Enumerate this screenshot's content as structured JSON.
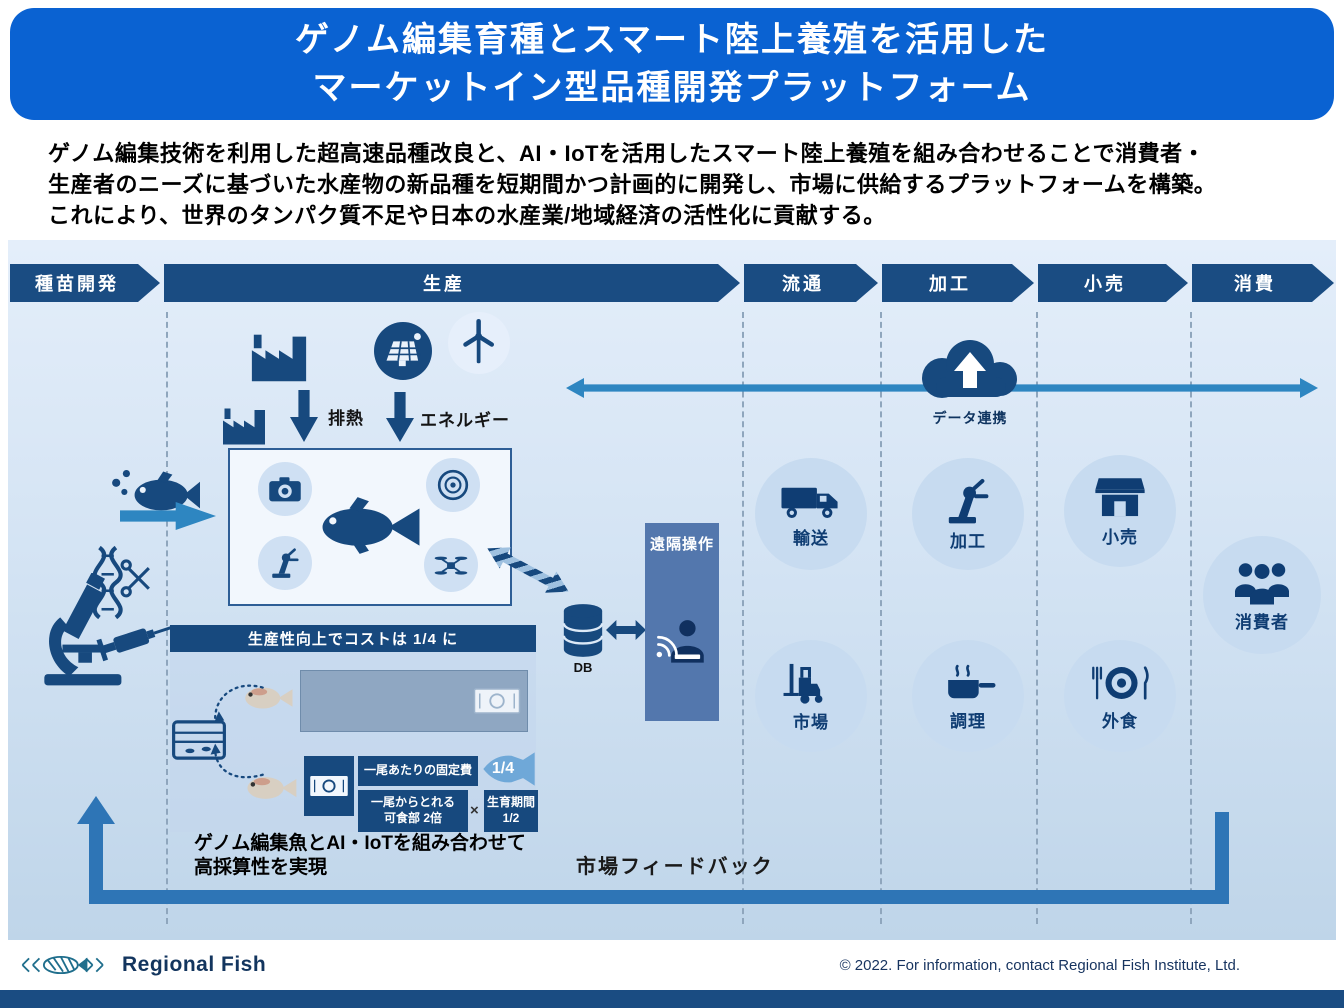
{
  "title": {
    "line1": "ゲノム編集育種とスマート陸上養殖を活用した",
    "line2": "マーケットイン型品種開発プラットフォーム"
  },
  "description": {
    "line1": "ゲノム編集技術を利用した超高速品種改良と、AI・IoTを活用したスマート陸上養殖を組み合わせることで消費者・",
    "line2": "生産者のニーズに基づいた水産物の新品種を短期間かつ計画的に開発し、市場に供給するプラットフォームを構築。",
    "line3": "これにより、世界のタンパク質不足や日本の水産業/地域経済の活性化に貢献する。"
  },
  "stages": [
    {
      "label": "種苗開発"
    },
    {
      "label": "生産"
    },
    {
      "label": "流通"
    },
    {
      "label": "加工"
    },
    {
      "label": "小売"
    },
    {
      "label": "消費"
    }
  ],
  "production": {
    "waste_heat": "排熱",
    "energy": "エネルギー",
    "cost_banner": "生産性向上でコストは 1/4 に",
    "db": "DB",
    "remote": "遠隔操作",
    "fixed_cost_label": "一尾あたりの固定費",
    "fixed_cost_value": "1/4",
    "edible_line1": "一尾からとれる",
    "edible_line2": "可食部 2倍",
    "multiply": "×",
    "growth_line1": "生育期間",
    "growth_line2": "1/2",
    "result_line1": "ゲノム編集魚とAI・IoTを組み合わせて",
    "result_line2": "高採算性を実現"
  },
  "data_link": {
    "label": "データ連携"
  },
  "chain": [
    {
      "label": "輸送"
    },
    {
      "label": "加工"
    },
    {
      "label": "小売"
    },
    {
      "label": "市場"
    },
    {
      "label": "調理"
    },
    {
      "label": "外食"
    },
    {
      "label": "消費者"
    }
  ],
  "feedback": {
    "label": "市場フィードバック"
  },
  "footer": {
    "logo": "Regional Fish",
    "copyright": "© 2022. For information, contact Regional Fish Institute, Ltd."
  },
  "colors": {
    "accent_blue": "#0a62d2",
    "navy": "#17497e",
    "stage_navy": "#1a4c82",
    "light_blue_circle": "#c7dbf0",
    "steel_blue": "#2e75b6",
    "diagram_bg": "#d0e1f2"
  }
}
